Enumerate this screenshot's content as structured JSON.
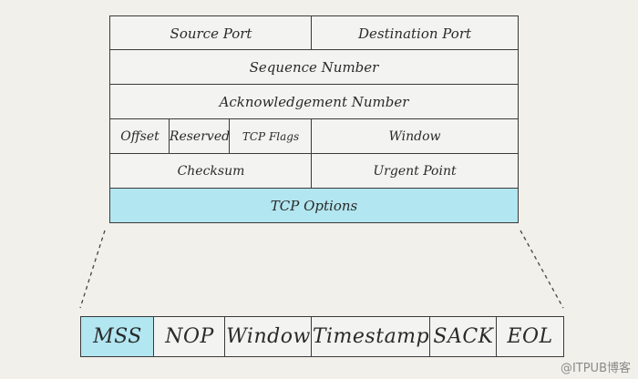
{
  "header": {
    "source_port": "Source Port",
    "destination_port": "Destination Port",
    "sequence_number": "Sequence Number",
    "acknowledgement_number": "Acknowledgement Number",
    "offset": "Offset",
    "reserved": "Reserved",
    "tcp_flags": "TCP Flags",
    "window": "Window",
    "checksum": "Checksum",
    "urgent_point": "Urgent Point",
    "tcp_options": "TCP Options"
  },
  "options": {
    "mss": "MSS",
    "nop": "NOP",
    "window": "Window",
    "timestamp": "Timestamp",
    "sack": "SACK",
    "eol": "EOL"
  },
  "watermark": "@ITPUB博客",
  "colors": {
    "highlight": "#b2e6f0",
    "cell_background": "#f3f3f1",
    "border": "#3a3a3a",
    "background": "#f2f0ea"
  }
}
